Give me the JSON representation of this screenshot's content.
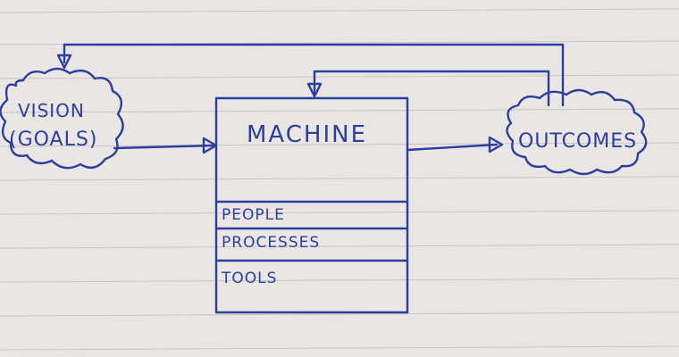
{
  "diagram": {
    "vision": {
      "line1": "VISION",
      "line2": "(GOALS)"
    },
    "machine": {
      "title": "MACHINE",
      "rows": [
        "PEOPLE",
        "PROCESSES",
        "TOOLS"
      ]
    },
    "outcomes": "OUTCOMES"
  },
  "colors": {
    "ink": "#2c3e9e",
    "paper": "#e9e6e3",
    "ruled_line": "#c9c4c7"
  }
}
